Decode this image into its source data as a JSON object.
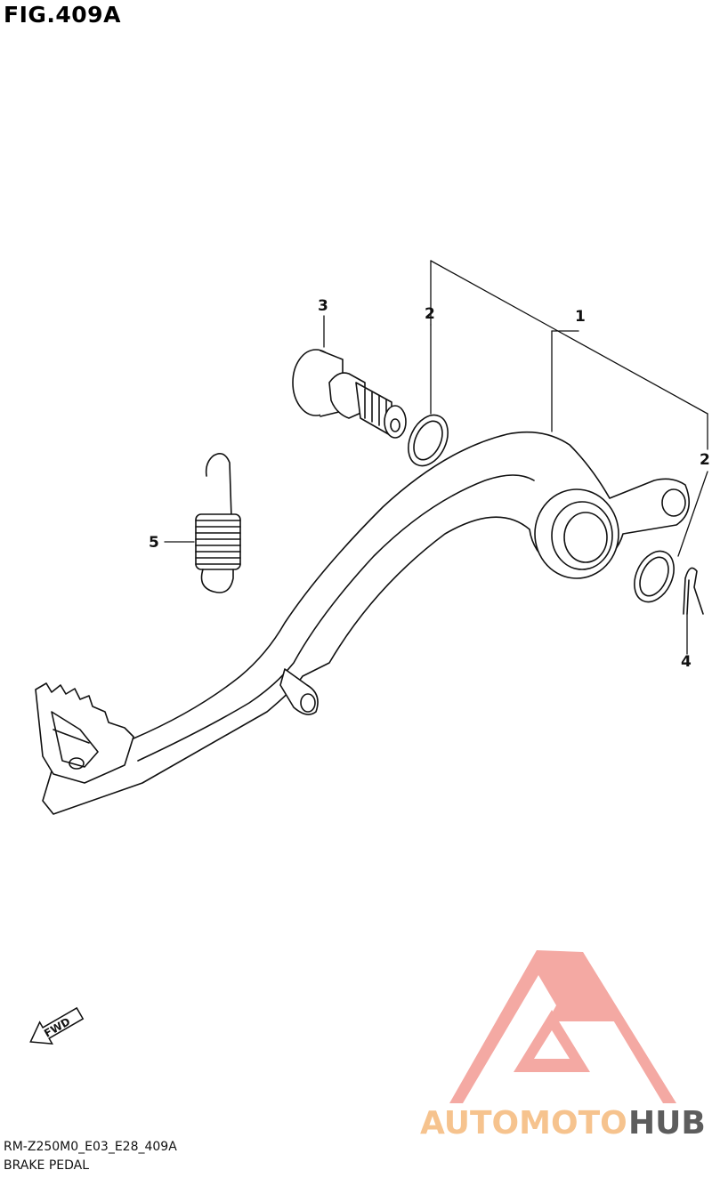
{
  "figure": {
    "title": "FIG.409A",
    "code": "RM-Z250M0_E03_E28_409A",
    "name": "BRAKE PEDAL"
  },
  "callouts": [
    {
      "id": "callout-1",
      "label": "1"
    },
    {
      "id": "callout-2a",
      "label": "2"
    },
    {
      "id": "callout-2b",
      "label": "2"
    },
    {
      "id": "callout-3",
      "label": "3"
    },
    {
      "id": "callout-4",
      "label": "4"
    },
    {
      "id": "callout-5",
      "label": "5"
    }
  ],
  "fwd_arrow": {
    "label": "FWD"
  },
  "watermark": {
    "part1": "AUTOMOTO",
    "part2": "HUB",
    "color_primary": "#f4a59f",
    "color_secondary": "#f6c089",
    "color_dark": "#555555"
  }
}
